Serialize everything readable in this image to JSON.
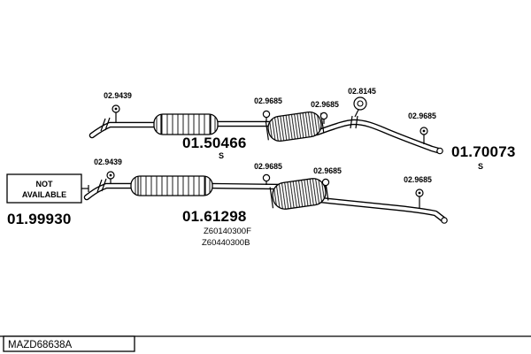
{
  "diagram": {
    "top": {
      "hanger_front": "02.9439",
      "clamp_left": "02.9685",
      "clamp_right": "02.9685",
      "gasket": "02.8145",
      "hanger_rear": "02.9685",
      "muffler_part": "01.50466",
      "muffler_s": "S",
      "tail_part": "01.70073",
      "tail_s": "S"
    },
    "bottom": {
      "hanger_front": "02.9439",
      "na_line1": "NOT",
      "na_line2": "AVAILABLE",
      "na_part": "01.99930",
      "clamp_left": "02.9685",
      "clamp_right": "02.9685",
      "hanger_rear": "02.9685",
      "muffler_part": "01.61298",
      "ref1": "Z60140300F",
      "ref2": "Z60440300B"
    },
    "footer": {
      "code": "MAZD68638A"
    }
  }
}
